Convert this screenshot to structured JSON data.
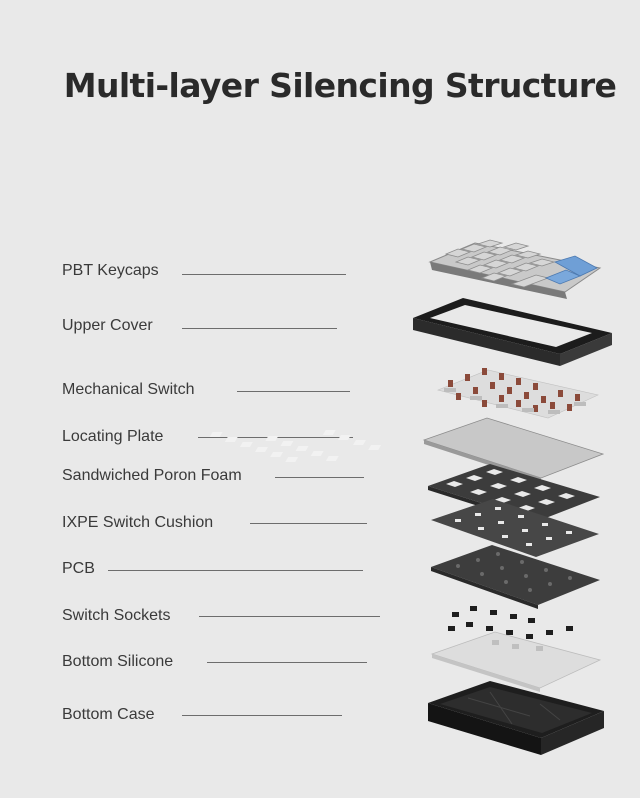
{
  "title": "Multi-layer Silencing Structure",
  "layers": [
    {
      "label": "PBT Keycaps"
    },
    {
      "label": "Upper Cover"
    },
    {
      "label": "Mechanical Switch"
    },
    {
      "label": "Locating Plate"
    },
    {
      "label": "Sandwiched Poron Foam"
    },
    {
      "label": "IXPE Switch Cushion"
    },
    {
      "label": "PCB"
    },
    {
      "label": "Switch Sockets"
    },
    {
      "label": "Bottom Silicone"
    },
    {
      "label": "Bottom Case"
    }
  ],
  "colors": {
    "background": "#e9e9e9",
    "title": "#2a2a2a",
    "label": "#3a3a3a",
    "accent_keycap": "#6f9fd6"
  }
}
